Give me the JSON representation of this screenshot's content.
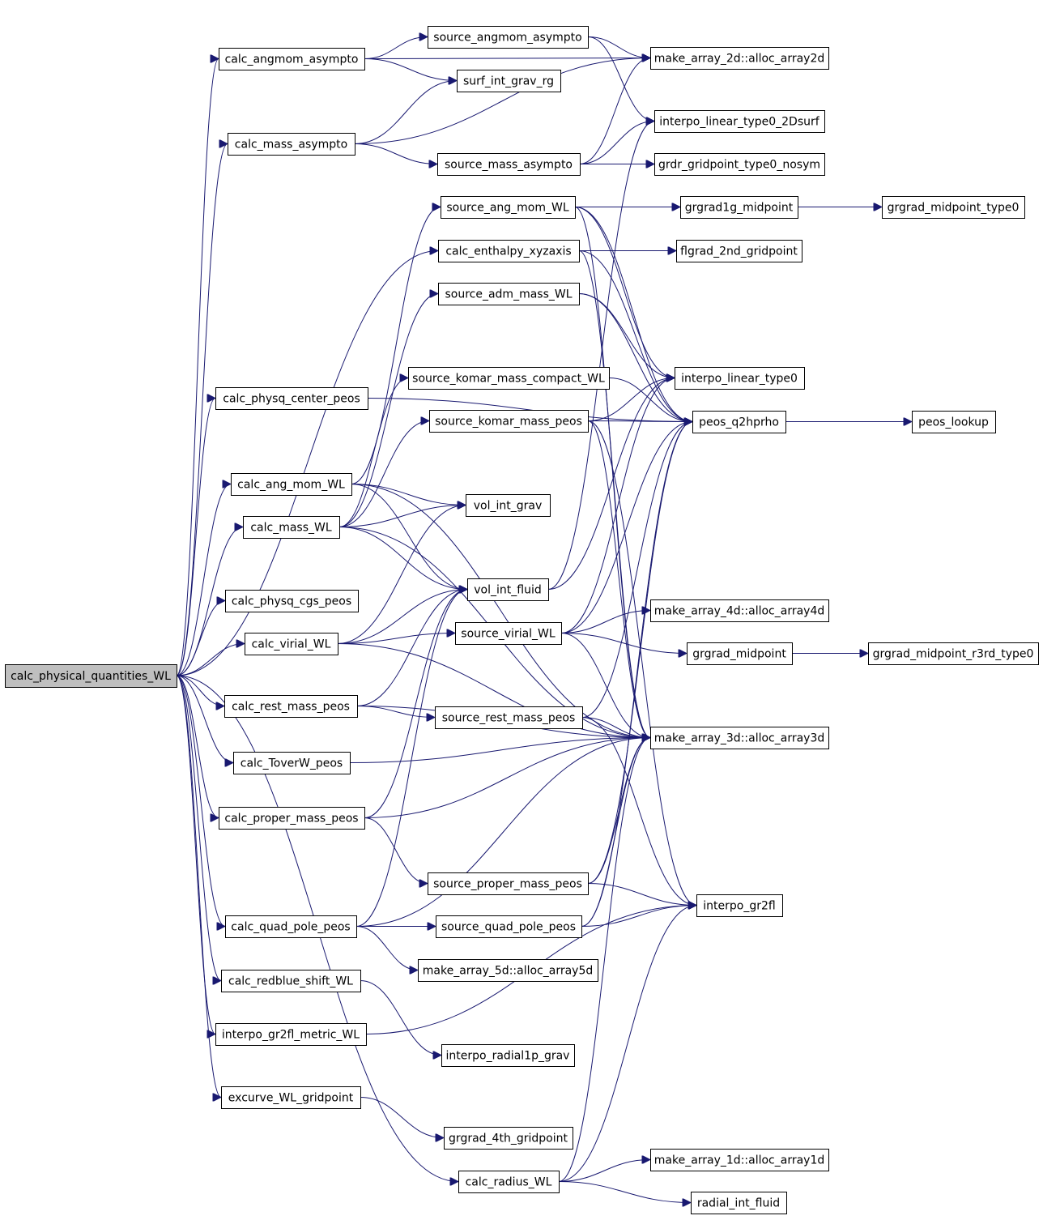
{
  "graph": {
    "root": "calc_physical_quantities_WL",
    "nodes": [
      "calc_physical_quantities_WL",
      "calc_angmom_asympto",
      "calc_mass_asympto",
      "calc_physq_center_peos",
      "calc_ang_mom_WL",
      "calc_mass_WL",
      "calc_physq_cgs_peos",
      "calc_virial_WL",
      "calc_rest_mass_peos",
      "calc_ToverW_peos",
      "calc_proper_mass_peos",
      "calc_quad_pole_peos",
      "calc_redblue_shift_WL",
      "interpo_gr2fl_metric_WL",
      "excurve_WL_gridpoint",
      "calc_radius_WL",
      "source_angmom_asympto",
      "surf_int_grav_rg",
      "source_mass_asympto",
      "source_ang_mom_WL",
      "calc_enthalpy_xyzaxis",
      "source_adm_mass_WL",
      "source_komar_mass_compact_WL",
      "source_komar_mass_peos",
      "vol_int_grav",
      "vol_int_fluid",
      "source_virial_WL",
      "source_rest_mass_peos",
      "source_proper_mass_peos",
      "source_quad_pole_peos",
      "make_array_5d::alloc_array5d",
      "interpo_radial1p_grav",
      "grgrad_4th_gridpoint",
      "make_array_2d::alloc_array2d",
      "interpo_linear_type0_2Dsurf",
      "grdr_gridpoint_type0_nosym",
      "grgrad1g_midpoint",
      "flgrad_2nd_gridpoint",
      "interpo_linear_type0",
      "peos_q2hprho",
      "make_array_4d::alloc_array4d",
      "grgrad_midpoint",
      "make_array_3d::alloc_array3d",
      "interpo_gr2fl",
      "make_array_1d::alloc_array1d",
      "radial_int_fluid",
      "grgrad_midpoint_type0",
      "peos_lookup",
      "grgrad_midpoint_r3rd_type0"
    ],
    "edges": [
      [
        "calc_physical_quantities_WL",
        "calc_angmom_asympto"
      ],
      [
        "calc_physical_quantities_WL",
        "calc_mass_asympto"
      ],
      [
        "calc_physical_quantities_WL",
        "calc_enthalpy_xyzaxis"
      ],
      [
        "calc_physical_quantities_WL",
        "calc_physq_center_peos"
      ],
      [
        "calc_physical_quantities_WL",
        "calc_ang_mom_WL"
      ],
      [
        "calc_physical_quantities_WL",
        "calc_mass_WL"
      ],
      [
        "calc_physical_quantities_WL",
        "calc_physq_cgs_peos"
      ],
      [
        "calc_physical_quantities_WL",
        "calc_virial_WL"
      ],
      [
        "calc_physical_quantities_WL",
        "calc_rest_mass_peos"
      ],
      [
        "calc_physical_quantities_WL",
        "calc_ToverW_peos"
      ],
      [
        "calc_physical_quantities_WL",
        "calc_proper_mass_peos"
      ],
      [
        "calc_physical_quantities_WL",
        "calc_quad_pole_peos"
      ],
      [
        "calc_physical_quantities_WL",
        "calc_redblue_shift_WL"
      ],
      [
        "calc_physical_quantities_WL",
        "interpo_gr2fl_metric_WL"
      ],
      [
        "calc_physical_quantities_WL",
        "excurve_WL_gridpoint"
      ],
      [
        "calc_physical_quantities_WL",
        "calc_radius_WL"
      ],
      [
        "calc_angmom_asympto",
        "source_angmom_asympto"
      ],
      [
        "calc_angmom_asympto",
        "surf_int_grav_rg"
      ],
      [
        "calc_angmom_asympto",
        "make_array_2d::alloc_array2d"
      ],
      [
        "calc_mass_asympto",
        "surf_int_grav_rg"
      ],
      [
        "calc_mass_asympto",
        "source_mass_asympto"
      ],
      [
        "calc_mass_asympto",
        "make_array_2d::alloc_array2d"
      ],
      [
        "source_angmom_asympto",
        "make_array_2d::alloc_array2d"
      ],
      [
        "source_angmom_asympto",
        "interpo_linear_type0_2Dsurf"
      ],
      [
        "source_mass_asympto",
        "interpo_linear_type0_2Dsurf"
      ],
      [
        "source_mass_asympto",
        "grdr_gridpoint_type0_nosym"
      ],
      [
        "source_mass_asympto",
        "make_array_2d::alloc_array2d"
      ],
      [
        "source_ang_mom_WL",
        "grgrad1g_midpoint"
      ],
      [
        "source_ang_mom_WL",
        "interpo_linear_type0"
      ],
      [
        "source_ang_mom_WL",
        "peos_q2hprho"
      ],
      [
        "source_ang_mom_WL",
        "make_array_3d::alloc_array3d"
      ],
      [
        "grgrad1g_midpoint",
        "grgrad_midpoint_type0"
      ],
      [
        "calc_enthalpy_xyzaxis",
        "flgrad_2nd_gridpoint"
      ],
      [
        "calc_enthalpy_xyzaxis",
        "peos_q2hprho"
      ],
      [
        "calc_enthalpy_xyzaxis",
        "make_array_3d::alloc_array3d"
      ],
      [
        "source_adm_mass_WL",
        "interpo_linear_type0"
      ],
      [
        "source_adm_mass_WL",
        "peos_q2hprho"
      ],
      [
        "source_komar_mass_compact_WL",
        "peos_q2hprho"
      ],
      [
        "source_komar_mass_peos",
        "peos_q2hprho"
      ],
      [
        "source_komar_mass_peos",
        "interpo_linear_type0"
      ],
      [
        "source_komar_mass_peos",
        "make_array_3d::alloc_array3d"
      ],
      [
        "source_komar_mass_peos",
        "interpo_gr2fl"
      ],
      [
        "calc_physq_center_peos",
        "peos_q2hprho"
      ],
      [
        "calc_ang_mom_WL",
        "source_ang_mom_WL"
      ],
      [
        "calc_ang_mom_WL",
        "vol_int_grav"
      ],
      [
        "calc_ang_mom_WL",
        "vol_int_fluid"
      ],
      [
        "calc_ang_mom_WL",
        "make_array_3d::alloc_array3d"
      ],
      [
        "calc_mass_WL",
        "source_adm_mass_WL"
      ],
      [
        "calc_mass_WL",
        "source_komar_mass_compact_WL"
      ],
      [
        "calc_mass_WL",
        "source_komar_mass_peos"
      ],
      [
        "calc_mass_WL",
        "vol_int_grav"
      ],
      [
        "calc_mass_WL",
        "vol_int_fluid"
      ],
      [
        "calc_mass_WL",
        "make_array_3d::alloc_array3d"
      ],
      [
        "vol_int_fluid",
        "interpo_linear_type0"
      ],
      [
        "vol_int_fluid",
        "interpo_linear_type0_2Dsurf"
      ],
      [
        "calc_virial_WL",
        "vol_int_grav"
      ],
      [
        "calc_virial_WL",
        "vol_int_fluid"
      ],
      [
        "calc_virial_WL",
        "source_virial_WL"
      ],
      [
        "calc_virial_WL",
        "make_array_3d::alloc_array3d"
      ],
      [
        "source_virial_WL",
        "make_array_4d::alloc_array4d"
      ],
      [
        "source_virial_WL",
        "grgrad_midpoint"
      ],
      [
        "source_virial_WL",
        "peos_q2hprho"
      ],
      [
        "source_virial_WL",
        "make_array_3d::alloc_array3d"
      ],
      [
        "source_virial_WL",
        "interpo_linear_type0"
      ],
      [
        "grgrad_midpoint",
        "grgrad_midpoint_r3rd_type0"
      ],
      [
        "calc_rest_mass_peos",
        "source_rest_mass_peos"
      ],
      [
        "calc_rest_mass_peos",
        "vol_int_fluid"
      ],
      [
        "calc_rest_mass_peos",
        "make_array_3d::alloc_array3d"
      ],
      [
        "source_rest_mass_peos",
        "make_array_3d::alloc_array3d"
      ],
      [
        "source_rest_mass_peos",
        "interpo_gr2fl"
      ],
      [
        "source_rest_mass_peos",
        "peos_q2hprho"
      ],
      [
        "calc_ToverW_peos",
        "make_array_3d::alloc_array3d"
      ],
      [
        "calc_proper_mass_peos",
        "source_proper_mass_peos"
      ],
      [
        "calc_proper_mass_peos",
        "vol_int_fluid"
      ],
      [
        "calc_proper_mass_peos",
        "make_array_3d::alloc_array3d"
      ],
      [
        "source_proper_mass_peos",
        "interpo_gr2fl"
      ],
      [
        "source_proper_mass_peos",
        "make_array_3d::alloc_array3d"
      ],
      [
        "source_proper_mass_peos",
        "peos_q2hprho"
      ],
      [
        "calc_quad_pole_peos",
        "source_quad_pole_peos"
      ],
      [
        "calc_quad_pole_peos",
        "make_array_5d::alloc_array5d"
      ],
      [
        "calc_quad_pole_peos",
        "vol_int_fluid"
      ],
      [
        "calc_quad_pole_peos",
        "make_array_3d::alloc_array3d"
      ],
      [
        "source_quad_pole_peos",
        "interpo_gr2fl"
      ],
      [
        "source_quad_pole_peos",
        "make_array_3d::alloc_array3d"
      ],
      [
        "source_quad_pole_peos",
        "peos_q2hprho"
      ],
      [
        "calc_redblue_shift_WL",
        "interpo_radial1p_grav"
      ],
      [
        "interpo_gr2fl_metric_WL",
        "interpo_gr2fl"
      ],
      [
        "excurve_WL_gridpoint",
        "grgrad_4th_gridpoint"
      ],
      [
        "calc_radius_WL",
        "make_array_1d::alloc_array1d"
      ],
      [
        "calc_radius_WL",
        "radial_int_fluid"
      ],
      [
        "calc_radius_WL",
        "interpo_gr2fl"
      ],
      [
        "calc_radius_WL",
        "make_array_3d::alloc_array3d"
      ],
      [
        "peos_q2hprho",
        "peos_lookup"
      ]
    ]
  }
}
